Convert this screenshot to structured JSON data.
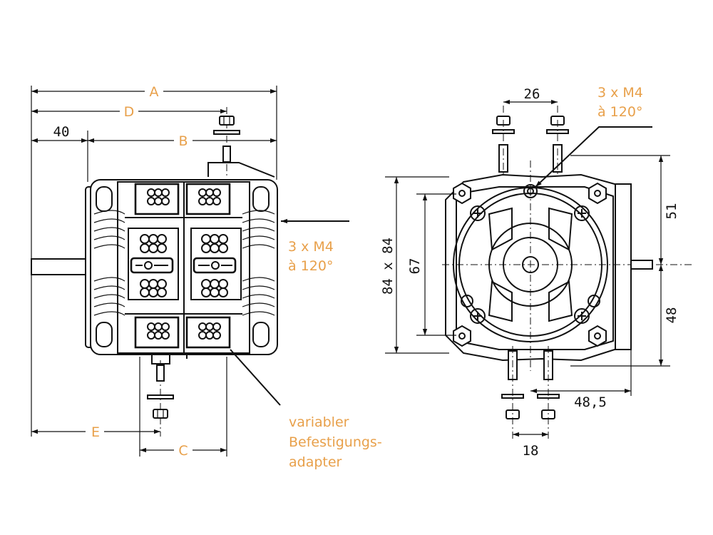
{
  "dims": {
    "A": "A",
    "D": "D",
    "B": "B",
    "C": "C",
    "E": "E",
    "forty": "40",
    "twentysix": "26",
    "eighteen": "18",
    "fiftyone": "51",
    "fortyeight": "48",
    "fortyeight5": "48,5",
    "sixtyseven": "67",
    "eightyfour": "84 x 84"
  },
  "labels": {
    "mount_side_1": "3 x M4",
    "mount_side_2": "à 120°",
    "mount_front_1": "3 x M4",
    "mount_front_2": "à 120°",
    "adapter_1": "variabler",
    "adapter_2": "Befestigungs-",
    "adapter_3": "adapter"
  },
  "colors": {
    "line": "#111111",
    "accent": "#e8a04a",
    "background": "#ffffff"
  }
}
